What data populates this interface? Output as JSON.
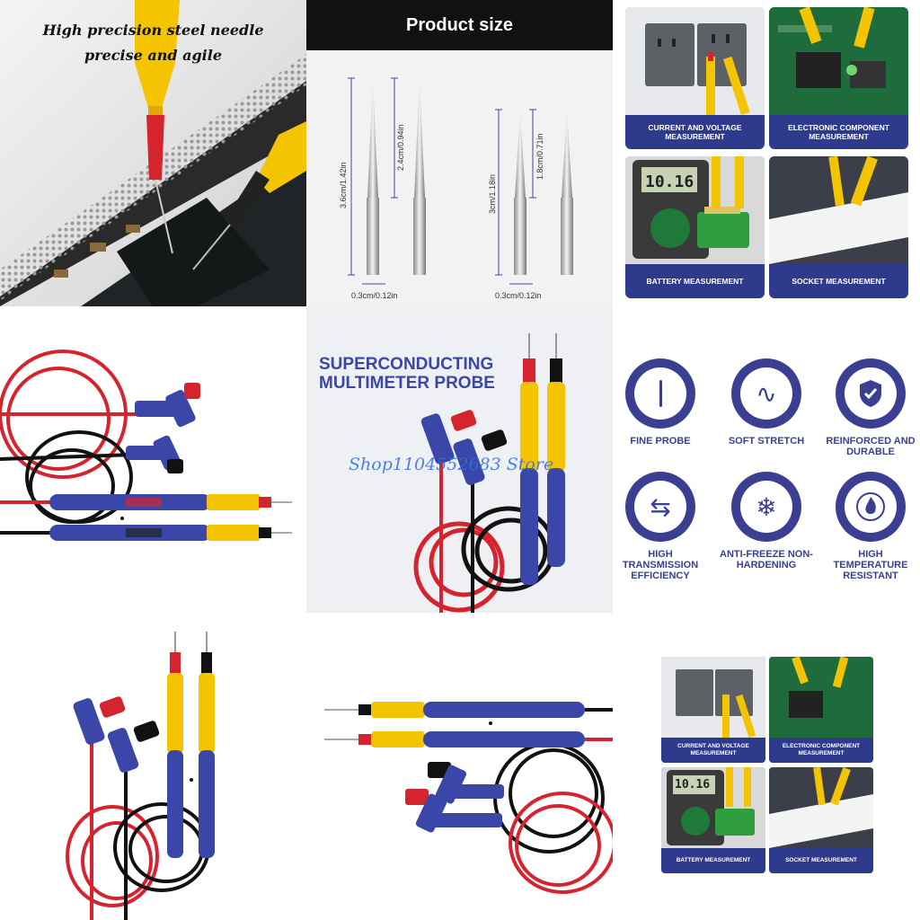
{
  "tile1": {
    "caption_line1": "High precision steel needle",
    "caption_line2": "precise and agile"
  },
  "tile2": {
    "header": "Product size",
    "dims": {
      "long_total": "3.6cm/1.42in",
      "long_tip": "2.4cm/0.94in",
      "short_total": "3cm/1.18in",
      "short_tip": "1.8cm/0.71in",
      "long_width": "0.3cm/0.12in",
      "short_width": "0.3cm/0.12in"
    }
  },
  "usage_cards": [
    {
      "label": "CURRENT AND VOLTAGE MEASUREMENT"
    },
    {
      "label": "ELECTRONIC COMPONENT MEASUREMENT"
    },
    {
      "label": "BATTERY MEASUREMENT"
    },
    {
      "label": "SOCKET MEASUREMENT"
    }
  ],
  "tile5": {
    "title_line1": "SUPERCONDUCTING",
    "title_line2": "MULTIMETER PROBE",
    "watermark": "Shop1104552683 Store"
  },
  "features": [
    {
      "label": "FINE PROBE",
      "icon": "needle-icon"
    },
    {
      "label": "SOFT STRETCH",
      "icon": "wave-icon"
    },
    {
      "label": "REINFORCED AND DURABLE",
      "icon": "shield-icon"
    },
    {
      "label": "HIGH TRANSMISSION EFFICIENCY",
      "icon": "swap-arrows-icon"
    },
    {
      "label": "ANTI-FREEZE NON-HARDENING",
      "icon": "snowflake-icon"
    },
    {
      "label": "HIGH TEMPERATURE RESISTANT",
      "icon": "flame-icon"
    }
  ],
  "multimeter_display": "10.16",
  "colors": {
    "indigo": "#3a3f91",
    "probe_yellow": "#f5c400",
    "probe_red": "#d6242f",
    "probe_blue": "#3a47a8"
  }
}
